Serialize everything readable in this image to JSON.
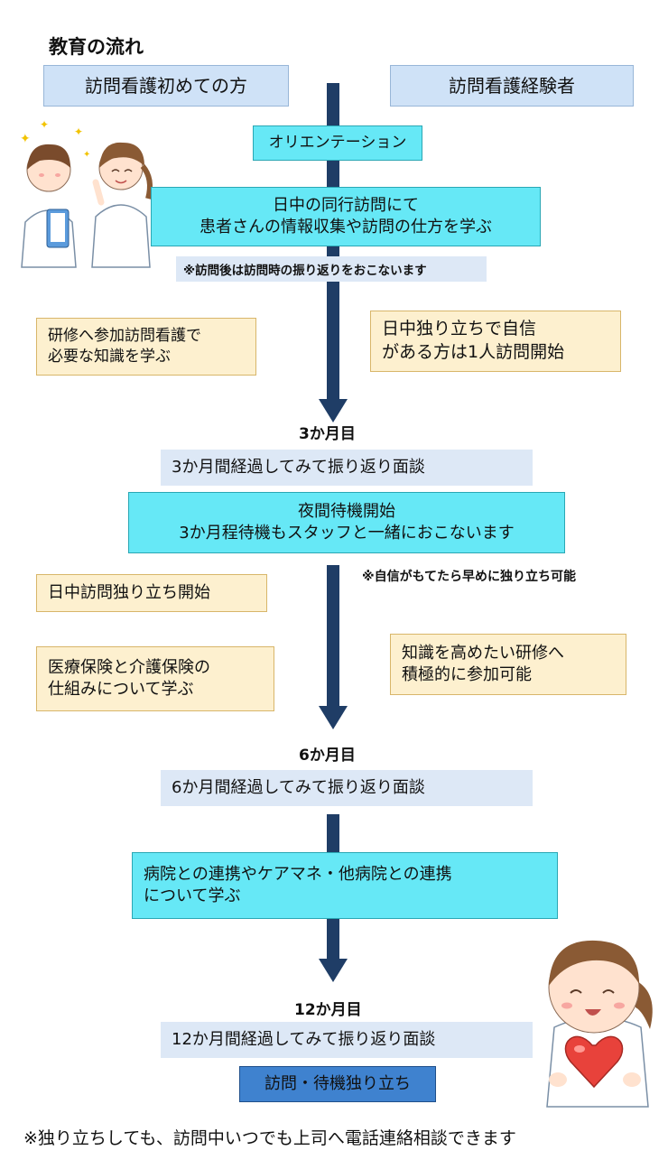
{
  "title": "教育の流れ",
  "top_boxes": {
    "beginner": "訪問看護初めての方",
    "experienced": "訪問看護経験者"
  },
  "steps": {
    "orientation": "オリエンテーション",
    "accompany_line1": "日中の同行訪問にて",
    "accompany_line2": "患者さんの情報収集や訪問の仕方を学ぶ",
    "note_reflection": "※訪問後は訪問時の振り返りをおこないます",
    "training_line1": "研修へ参加訪問看護で",
    "training_line2": "必要な知識を学ぶ",
    "confident_line1": "日中独り立ちで自信",
    "confident_line2": "がある方は1人訪問開始",
    "month3": "3か月目",
    "review3": "3か月間経過してみて振り返り面談",
    "night_line1": "夜間待機開始",
    "night_line2": "3か月程待機もスタッフと一緒におこないます",
    "note_early": "※自信がもてたら早めに独り立ち可能",
    "daytime_solo": "日中訪問独り立ち開始",
    "insurance_line1": "医療保険と介護保険の",
    "insurance_line2": "仕組みについて学ぶ",
    "knowledge_line1": "知識を高めたい研修へ",
    "knowledge_line2": "積極的に参加可能",
    "month6": "6か月目",
    "review6": "6か月間経過してみて振り返り面談",
    "coop_line1": "病院との連携やケアマネ・他病院との連携",
    "coop_line2": "について学ぶ",
    "month12": "12か月目",
    "review12": "12か月間経過してみて振り返り面談",
    "final": "訪問・待機独り立ち"
  },
  "footer_note": "※独り立ちしても、訪問中いつでも上司へ電話連絡相談できます",
  "colors": {
    "arrow": "#1f3d66",
    "cyan_box": "#66e8f6",
    "beige_box": "#fdf0cf",
    "light_blue_box": "#cfe2f7",
    "final_box": "#3f82cf"
  }
}
